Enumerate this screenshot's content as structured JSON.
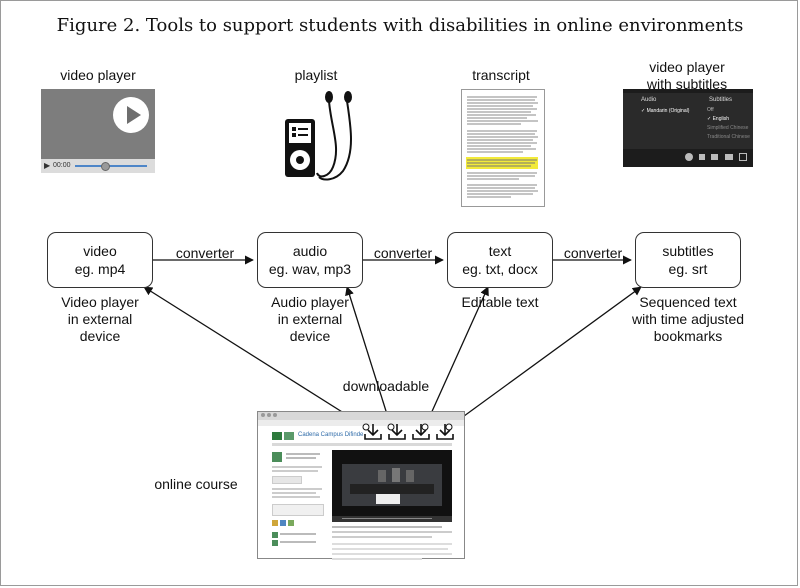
{
  "figure": {
    "title": "Figure 2. Tools to support students with disabilities in online environments"
  },
  "thumbnails": {
    "video_player": {
      "label": "video player",
      "time": "00:00"
    },
    "playlist": {
      "label": "playlist"
    },
    "transcript": {
      "label": "transcript"
    },
    "subtitled_player": {
      "label_line1": "video player",
      "label_line2": "with subtitles",
      "audio_header": "Audio",
      "subtitles_header": "Subtitles",
      "audio_option": "Mandarin (Original)",
      "subtitle_options": [
        "Off",
        "English",
        "Simplified Chinese",
        "Traditional Chinese"
      ]
    }
  },
  "nodes": [
    {
      "line1": "video",
      "line2": "eg. mp4",
      "caption": [
        "Video player",
        "in external",
        "device"
      ]
    },
    {
      "line1": "audio",
      "line2": "eg. wav, mp3",
      "caption": [
        "Audio player",
        "in external",
        "device"
      ]
    },
    {
      "line1": "text",
      "line2": "eg. txt, docx",
      "caption": [
        "Editable text"
      ]
    },
    {
      "line1": "subtitles",
      "line2": "eg. srt",
      "caption": [
        "Sequenced text",
        "with time adjusted",
        "bookmarks"
      ]
    }
  ],
  "edges": {
    "converter_label": "converter"
  },
  "downloadable_label": "downloadable",
  "online_course": {
    "label": "online course",
    "site_name": "Cadena Campus Difinde"
  }
}
